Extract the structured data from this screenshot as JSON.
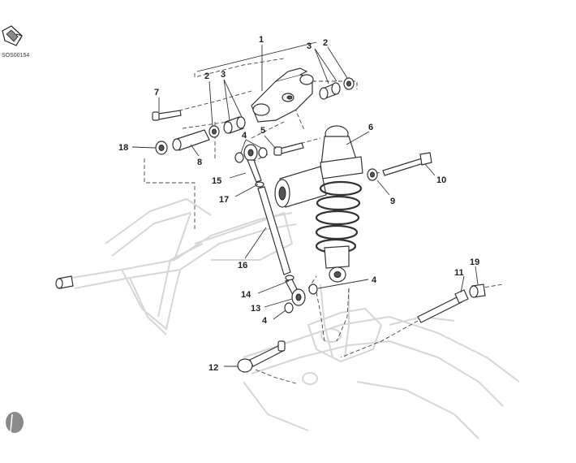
{
  "diagram": {
    "code": "SOS00154",
    "callouts": {
      "c1": "1",
      "c2a": "2",
      "c2b": "2",
      "c3a": "3",
      "c3b": "3",
      "c4a": "4",
      "c4b": "4",
      "c4c": "4",
      "c5": "5",
      "c6": "6",
      "c7": "7",
      "c8": "8",
      "c9": "9",
      "c10": "10",
      "c11": "11",
      "c12": "12",
      "c13": "13",
      "c14": "14",
      "c15": "15",
      "c16": "16",
      "c17": "17",
      "c18": "18",
      "c19": "19"
    }
  }
}
